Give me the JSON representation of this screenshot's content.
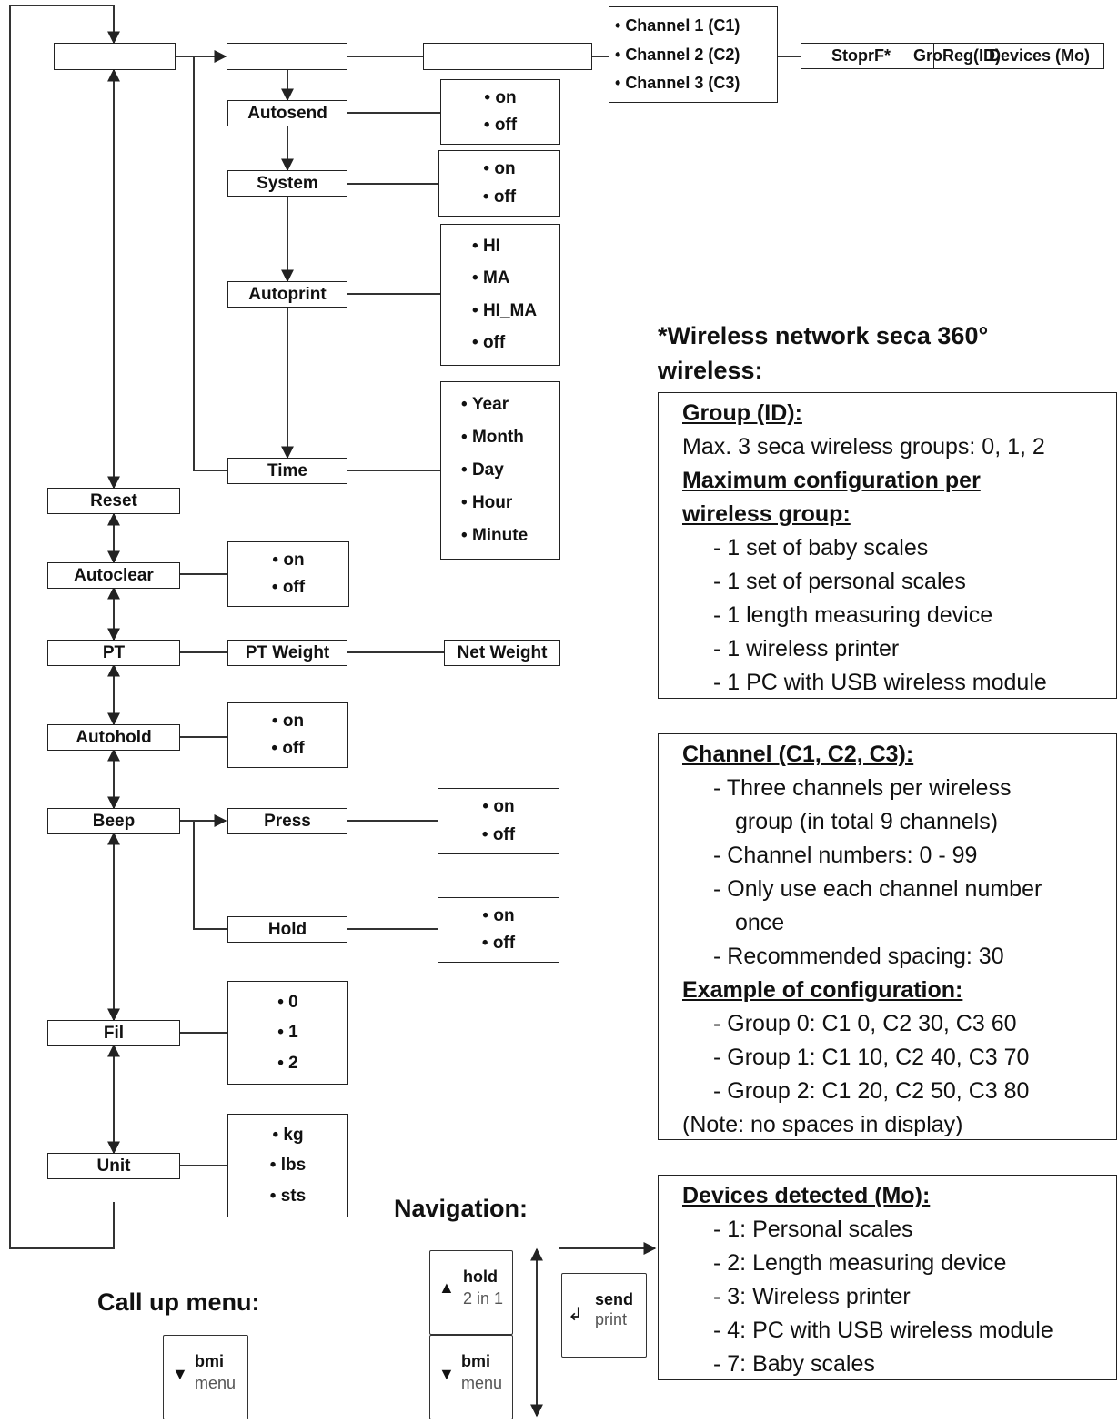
{
  "main_menu": {
    "reset": "Reset",
    "autoclear": "Autoclear",
    "pt": "PT",
    "autohold": "Autohold",
    "beep": "Beep",
    "fil": "Fil",
    "unit": "Unit"
  },
  "submenu": {
    "autosend": "Autosend",
    "system": "System",
    "autoprint": "Autoprint",
    "time": "Time",
    "pt_weight": "PT Weight",
    "net_weight": "Net Weight",
    "press": "Press",
    "hold": "Hold"
  },
  "top_row": {
    "channels": [
      "Channel 1 (C1)",
      "Channel 2 (C2)",
      "Channel 3 (C3)"
    ],
    "stop_label": "StoprF*",
    "overlap_a": "GroReg(ID)",
    "overlap_b": "Devices (Mo)"
  },
  "options": {
    "autosend": [
      "on",
      "off"
    ],
    "system": [
      "on",
      "off"
    ],
    "autoprint": [
      "HI",
      "MA",
      "HI_MA",
      "off"
    ],
    "time": [
      "Year",
      "Month",
      "Day",
      "Hour",
      "Minute"
    ],
    "autoclear": [
      "on",
      "off"
    ],
    "autohold": [
      "on",
      "off"
    ],
    "press": [
      "on",
      "off"
    ],
    "hold": [
      "on",
      "off"
    ],
    "fil": [
      "0",
      "1",
      "2"
    ],
    "unit": [
      "kg",
      "lbs",
      "sts"
    ]
  },
  "wireless_heading": [
    "*Wireless network seca 360°",
    "wireless:"
  ],
  "group_box": {
    "h1": "Group (ID):",
    "line1": "Max. 3 seca wireless groups: 0, 1, 2",
    "h2a": "Maximum configuration per",
    "h2b": "wireless group:",
    "items": [
      "- 1 set of baby scales",
      "- 1 set of personal scales",
      "- 1 length measuring device",
      "- 1 wireless printer",
      "- 1 PC with USB wireless module"
    ]
  },
  "channel_box": {
    "h1": "Channel (C1, C2, C3):",
    "l1": "- Three channels per wireless",
    "l1b": "group (in total 9 channels)",
    "l2": "- Channel numbers: 0 - 99",
    "l3": "- Only use each channel number",
    "l3b": "once",
    "l4": "- Recommended spacing: 30",
    "h2": "Example of configuration:",
    "examples": [
      "- Group 0: C1 0, C2 30, C3 60",
      "- Group 1: C1 10, C2 40, C3 70",
      "- Group 2: C1 20, C2 50, C3 80"
    ],
    "note": "(Note: no spaces in display)"
  },
  "devices_box": {
    "h1": "Devices detected (Mo):",
    "items": [
      "- 1: Personal scales",
      "- 2: Length measuring device",
      "- 3: Wireless printer",
      "- 4: PC with USB wireless module",
      "- 7: Baby scales"
    ]
  },
  "call_up": {
    "heading": "Call up menu:",
    "key_top": "bmi",
    "key_bottom": "menu"
  },
  "navigation": {
    "heading": "Navigation:",
    "up_top": "hold",
    "up_bottom": "2 in 1",
    "down_top": "bmi",
    "down_bottom": "menu",
    "send_top": "send",
    "send_bottom": "print"
  }
}
